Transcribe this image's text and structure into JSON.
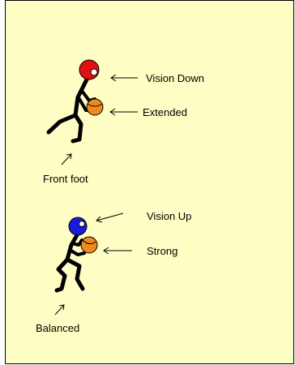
{
  "colors": {
    "background": "#fefec4",
    "border": "#000000",
    "figure_top_head": "#e01010",
    "figure_bottom_head": "#1a1adc",
    "ball": "#f08a1e",
    "stroke": "#000000"
  },
  "top_figure": {
    "vision_label": "Vision Down",
    "ball_label": "Extended",
    "foot_label": "Front foot"
  },
  "bottom_figure": {
    "vision_label": "Vision Up",
    "ball_label": "Strong",
    "foot_label": "Balanced"
  }
}
